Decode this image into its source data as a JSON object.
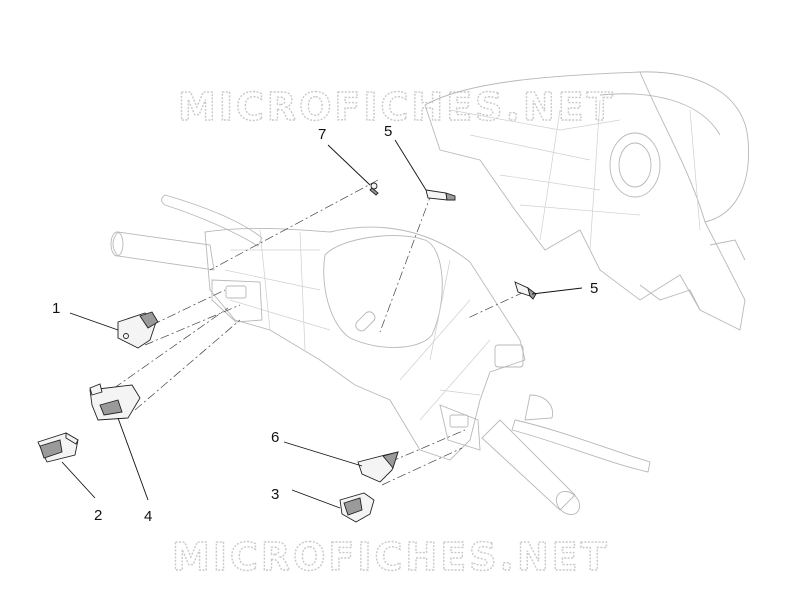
{
  "watermark": {
    "text": "MICROFICHES.NET"
  },
  "callouts": [
    {
      "id": "1",
      "label": "1"
    },
    {
      "id": "2",
      "label": "2"
    },
    {
      "id": "3",
      "label": "3"
    },
    {
      "id": "4",
      "label": "4"
    },
    {
      "id": "5a",
      "label": "5"
    },
    {
      "id": "5b",
      "label": "5"
    },
    {
      "id": "6",
      "label": "6"
    },
    {
      "id": "7",
      "label": "7"
    }
  ]
}
